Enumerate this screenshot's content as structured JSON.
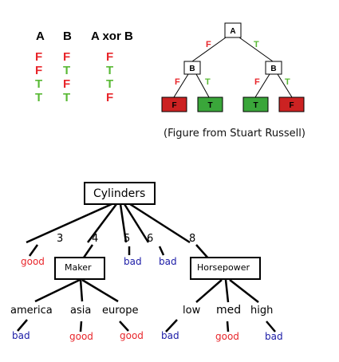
{
  "truth_table": {
    "headers": [
      "A",
      "B",
      "A xor B"
    ],
    "rows": [
      [
        "F",
        "F",
        "F"
      ],
      [
        "F",
        "T",
        "T"
      ],
      [
        "T",
        "F",
        "T"
      ],
      [
        "T",
        "T",
        "F"
      ]
    ]
  },
  "xor_tree": {
    "root": "A",
    "branches": [
      "F",
      "T"
    ],
    "left": {
      "label": "B",
      "branches": [
        "F",
        "T"
      ],
      "leaves": [
        "F",
        "T"
      ]
    },
    "right": {
      "label": "B",
      "branches": [
        "F",
        "T"
      ],
      "leaves": [
        "T",
        "F"
      ]
    },
    "caption": "(Figure from Stuart Russell)"
  },
  "cyl_tree": {
    "root": "Cylinders",
    "branches": [
      "3",
      "4",
      "5",
      "6",
      "8"
    ],
    "leaves_top": {
      "b3": "good",
      "b5": "bad",
      "b6": "bad"
    },
    "maker": {
      "label": "Maker",
      "branches": [
        "america",
        "asia",
        "europe"
      ],
      "leaves": [
        "bad",
        "good",
        "good"
      ]
    },
    "horsepower": {
      "label": "Horsepower",
      "branches": [
        "low",
        "med",
        "high"
      ],
      "leaves": [
        "bad",
        "good",
        "bad"
      ]
    }
  },
  "colors": {
    "false": "#e8262b",
    "true": "#59b935",
    "bad": "#1a1aa6",
    "good": "#e8262b",
    "leaf_f": "#cc2222",
    "leaf_t": "#3aa63a"
  }
}
